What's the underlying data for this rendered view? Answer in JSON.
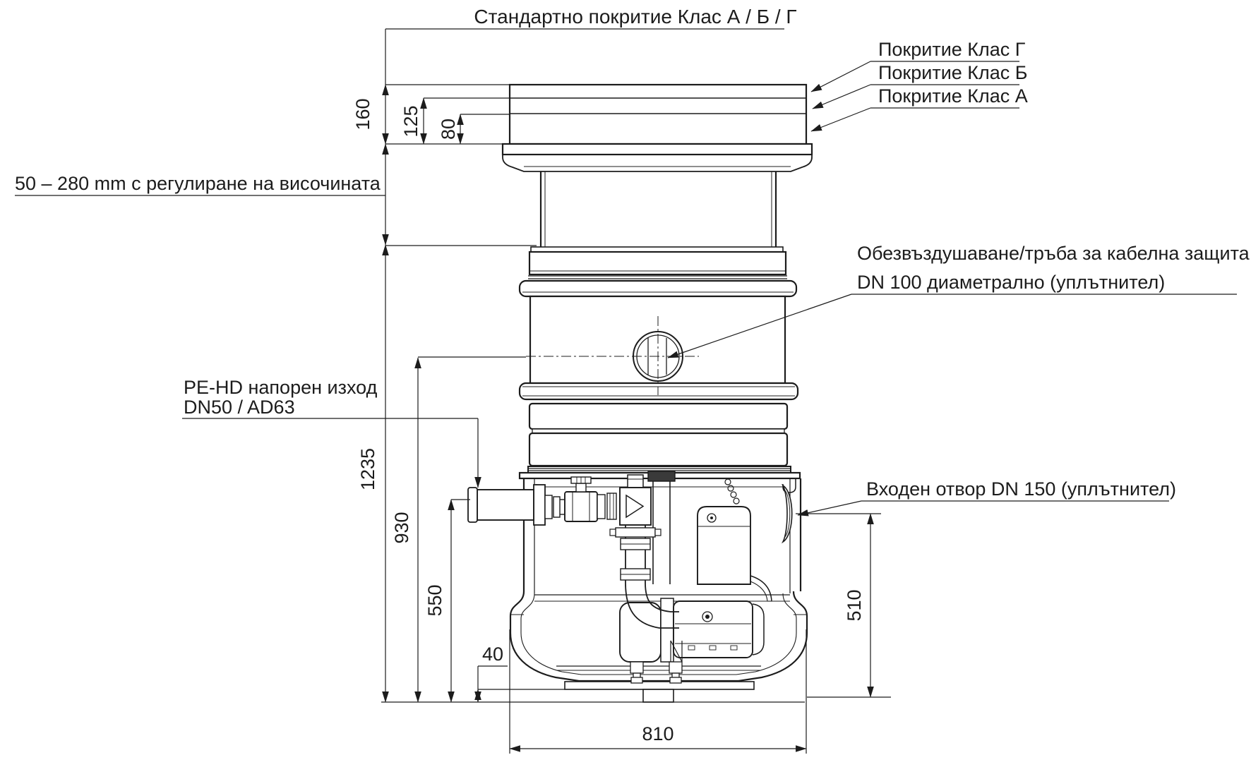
{
  "drawing": {
    "title": "Стандартно покритие Клас А / Б / Г",
    "height_adjust_note": "50 – 280 mm с регулиране на височината",
    "labels": {
      "cover_class_g": "Покритие Клас Г",
      "cover_class_b": "Покритие Клас Б",
      "cover_class_a": "Покритие Клас А",
      "vent_line1": "Обезвъздушаване/тръба за кабелна защита",
      "vent_line2": "DN 100 диаметрално (уплътнител)",
      "outlet_line1": "PE-HD напорен изход",
      "outlet_line2": "DN50 / AD63",
      "inlet": "Входен отвор DN 150 (уплътнител)"
    },
    "dimensions": {
      "cover_total": "160",
      "cover_mid": "125",
      "cover_inner": "80",
      "overall_height": "1235",
      "vent_height": "930",
      "outlet_height": "550",
      "sump_offset": "40",
      "base_width": "810",
      "inlet_height": "510"
    },
    "colors": {
      "line": "#1c1c1c",
      "background": "#ffffff"
    }
  }
}
